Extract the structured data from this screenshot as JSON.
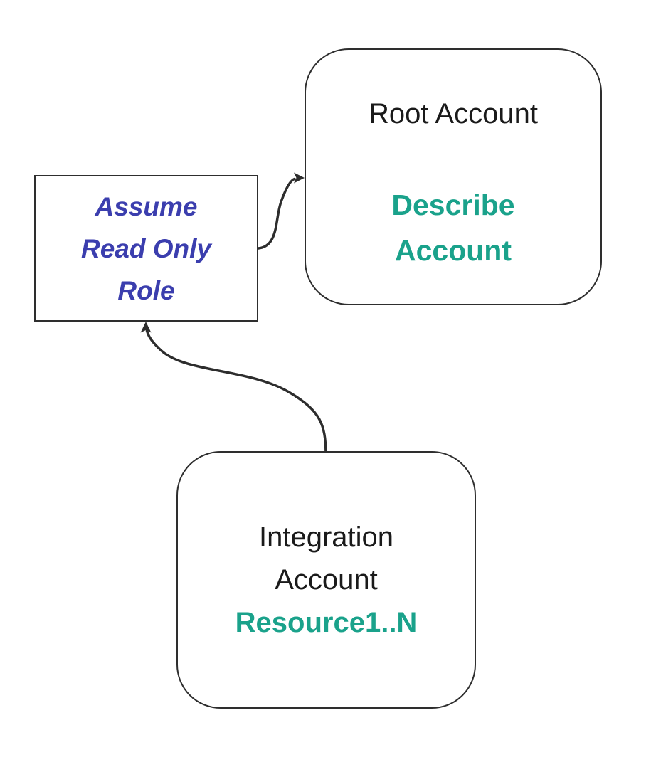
{
  "canvas": {
    "background": "#ffffff",
    "bottom_divider_color": "#ececec"
  },
  "colors": {
    "box_border": "#2e2e2e",
    "arrow": "#2d2d2d",
    "heading_text": "#1a1a1a",
    "accent_teal": "#1aa28b",
    "accent_blue": "#3b3eae"
  },
  "nodes": {
    "root_account": {
      "title": "Root Account",
      "action_line1": "Describe",
      "action_line2": "Account"
    },
    "assume_read_only_role": {
      "label_line1": "Assume",
      "label_line2": "Read Only",
      "label_line3": "Role"
    },
    "integration_account": {
      "title_line1": "Integration",
      "title_line2": "Account",
      "resources": "Resource1..N"
    }
  },
  "edges": [
    {
      "from": "assume_read_only_role",
      "to": "root_account",
      "arrowhead": "right"
    },
    {
      "from": "integration_account",
      "to": "assume_read_only_role",
      "arrowhead": "up"
    }
  ]
}
